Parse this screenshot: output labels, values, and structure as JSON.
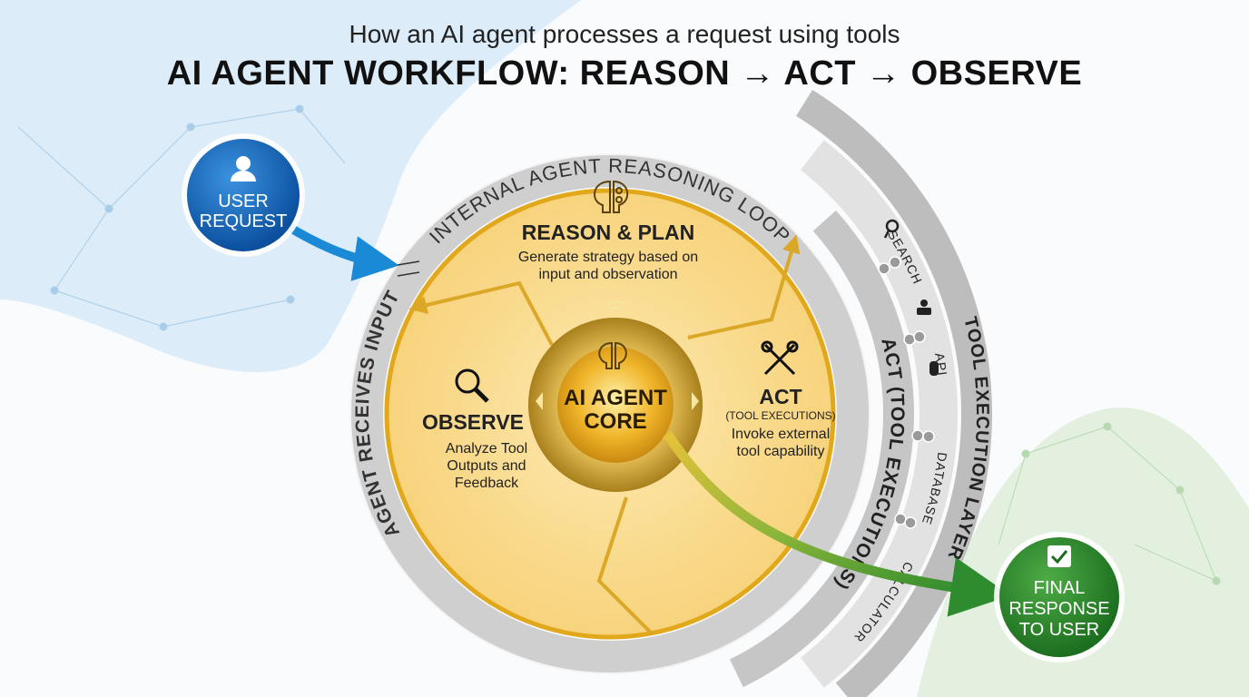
{
  "header": {
    "subtitle": "How an AI agent processes a request using tools",
    "title": "AI AGENT WORKFLOW: REASON → ACT → OBSERVE"
  },
  "user_request": {
    "line1": "USER",
    "line2": "REQUEST",
    "icon": "user-icon"
  },
  "final_response": {
    "line1": "FINAL",
    "line2": "RESPONSE",
    "line3": "TO USER",
    "icon": "checkmark-icon"
  },
  "rings": {
    "top": "INTERNAL AGENT REASONING LOOP",
    "left": "AGENT RECEIVES INPUT",
    "act": "ACT (TOOL EXECUTIONS)",
    "layer": "TOOL EXECUTION LAYER"
  },
  "tools": [
    {
      "label": "SEARCH",
      "icon": "search-icon"
    },
    {
      "label": "API",
      "icon": "people-icon"
    },
    {
      "label": "DATABASE",
      "icon": "database-icon"
    },
    {
      "label": "CALCULATOR",
      "icon": ""
    }
  ],
  "reason": {
    "title": "REASON & PLAN",
    "desc1": "Generate strategy based on",
    "desc2": "input and observation"
  },
  "act": {
    "title": "ACT",
    "sub": "(TOOL EXECUTIONS)",
    "desc1": "Invoke external",
    "desc2": "tool capability"
  },
  "observe": {
    "title": "OBSERVE",
    "desc1": "Analyze Tool",
    "desc2": "Outputs and",
    "desc3": "Feedback"
  },
  "core": {
    "line1": "AI AGENT",
    "line2": "CORE"
  },
  "colors": {
    "blue": "#1a6fc0",
    "green": "#2e8b2e",
    "gold": "#e2a81c",
    "ring": "#cfcfcf"
  }
}
